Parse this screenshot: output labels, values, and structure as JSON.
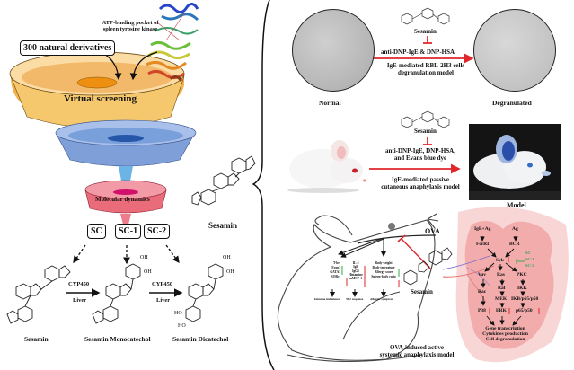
{
  "screening": {
    "derivatives_label": "300 natural derivatives",
    "pocket_label_line1": "ATP-binding pocket of",
    "pocket_label_line2": "spleen tyrosine kinase",
    "stage1_label": "Virtual screening",
    "stage2_label": "Molecular dynamics",
    "hits": [
      "SC",
      "SC-1",
      "SC-2"
    ],
    "colors": {
      "stage1": "#f7c873",
      "stage2": "#8fb0e3",
      "stage3": "#ee7d8c"
    }
  },
  "metabolism": {
    "compounds": [
      "Sesamin",
      "Sesamin Monocatechol",
      "Sesamin Dicatechol"
    ],
    "enzyme_label": "CYP450",
    "organ_label": "Liver",
    "oh_label": "OH",
    "ho_label": "HO",
    "h_label": "H",
    "o_label": "O"
  },
  "center": {
    "compound_label": "Sesamin"
  },
  "cell_model": {
    "normal_label": "Normal",
    "degranulated_label": "Degranulated",
    "inhibitor_label": "Sesamin",
    "stimulus_label": "anti-DNP-IgE & DNP-HSA",
    "model_line1": "IgE-mediated RBL-2H3 cells",
    "model_line2": "degranulation model"
  },
  "pca_model": {
    "inhibitor_label": "Sesamin",
    "stimulus_line1": "anti-DNP-IgE, DNP-HSA,",
    "stimulus_line2": "and Evans blue dye",
    "model_line1": "IgE-mediated passive",
    "model_line2": "cutaneous anaphylaxis model",
    "result_label": "Model"
  },
  "asa_model": {
    "antigen_label": "OVA",
    "inhibitor_label": "Sesamin",
    "group1": [
      "T-bet",
      "Foxp3",
      "GATA3",
      "RORγt"
    ],
    "group1_outcome": "Immune imbalance",
    "group2": [
      "IL-4",
      "IgE",
      "IgG1",
      "Histamine",
      "mMCP-1"
    ],
    "group2_outcome": "Th2 response",
    "group3": [
      "Body weight",
      "Body teperature",
      "Allergy score",
      "Spleen-body ratio"
    ],
    "group3_outcome": "Allergic symptom",
    "model_line1": "OVA-induced active",
    "model_line2": "systemic anaphylaxis model"
  },
  "pathway": {
    "receptors": [
      "IgE+Ag",
      "Ag"
    ],
    "receptor_nodes": [
      "FcεRI",
      "BCR"
    ],
    "hub": "Syk",
    "inhibitors": [
      "SC",
      "SC-1",
      "SC-2"
    ],
    "branch1": [
      "Vav",
      "Rac",
      "P38"
    ],
    "branch2": [
      "Ras",
      "Raf",
      "MEK",
      "ERK"
    ],
    "branch3": [
      "PKC",
      "IKK",
      "IKB/p65/p50",
      "p65/p50"
    ],
    "outcomes": [
      "Gene transcription",
      "Cytokines production",
      "Cell degranulation"
    ],
    "colors": {
      "up": "#e0262b",
      "down": "#2ea84a",
      "inhibitor": "#3aa060",
      "cell": "#f5c6c6"
    }
  }
}
